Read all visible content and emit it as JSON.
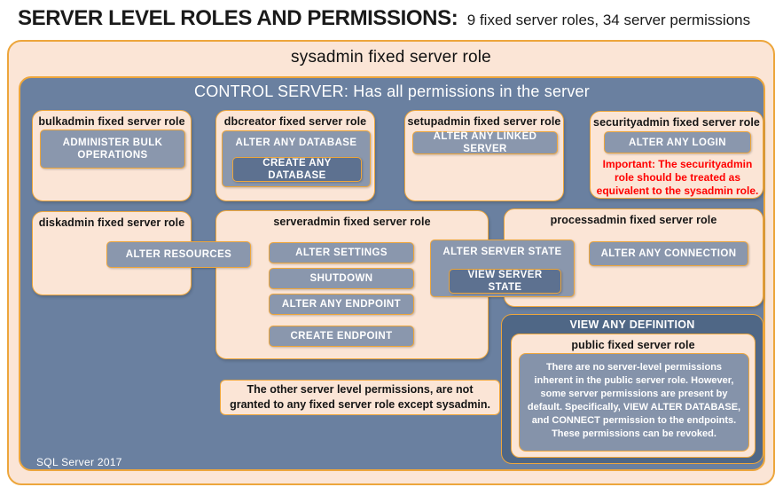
{
  "header": {
    "title_main": "SERVER LEVEL ROLES AND PERMISSIONS:",
    "title_sub": "9 fixed server roles, 34 server permissions"
  },
  "sysadmin_label": "sysadmin fixed server role",
  "control_server_label": "CONTROL SERVER: Has all permissions in the server",
  "roles": {
    "bulkadmin": {
      "title": "bulkadmin fixed server role",
      "perm": "ADMINISTER BULK OPERATIONS"
    },
    "dbcreator": {
      "title": "dbcreator fixed server role",
      "perm_outer": "ALTER ANY DATABASE",
      "perm_nested": "CREATE ANY DATABASE"
    },
    "setupadmin": {
      "title": "setupadmin fixed server role",
      "perm": "ALTER ANY LINKED SERVER"
    },
    "securityadmin": {
      "title": "securityadmin fixed server role",
      "perm": "ALTER ANY LOGIN",
      "warning": "Important: The securityadmin role should be treated as equivalent to the sysadmin role."
    },
    "diskadmin": {
      "title": "diskadmin fixed server role",
      "perm": "ALTER RESOURCES"
    },
    "serveradmin": {
      "title": "serveradmin fixed server role",
      "perms": [
        "ALTER SETTINGS",
        "SHUTDOWN",
        "ALTER ANY ENDPOINT",
        "CREATE ENDPOINT"
      ],
      "perm_shared_outer": "ALTER SERVER STATE",
      "perm_shared_nested": "VIEW SERVER STATE"
    },
    "processadmin": {
      "title": "processadmin fixed server role",
      "perm": "ALTER ANY CONNECTION"
    },
    "public": {
      "banner": "VIEW ANY DEFINITION",
      "title": "public fixed server role",
      "note": "There are no server-level permissions inherent in the public server role. However, some server permissions are present by default. Specifically, VIEW ALTER DATABASE, and CONNECT permission to the endpoints. These permissions can be revoked."
    }
  },
  "footnote": "The other server level permissions, are not granted to any fixed server role except sysadmin.",
  "version_label": "SQL Server 2017",
  "colors": {
    "peach": "#FBE5D6",
    "orange": "#EDA63C",
    "blue": "#6A80A0",
    "btn": "#8A97AD",
    "btn_dark": "#5D7190",
    "dark_panel": "#4F6786",
    "note_bg": "#8593AA",
    "red": "#FF0000",
    "ink": "#151515"
  }
}
